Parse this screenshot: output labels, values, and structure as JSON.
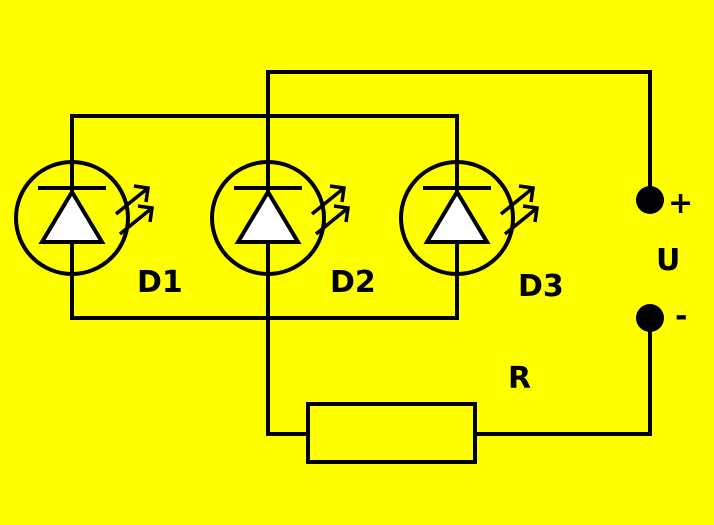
{
  "background_color": "#ffff00",
  "components": {
    "d1": {
      "label": "D1",
      "icon": "led-icon"
    },
    "d2": {
      "label": "D2",
      "icon": "led-icon"
    },
    "d3": {
      "label": "D3",
      "icon": "led-icon"
    },
    "resistor": {
      "label": "R",
      "icon": "resistor-icon"
    },
    "source": {
      "label": "U",
      "positive_label": "+",
      "negative_label": "-"
    }
  }
}
